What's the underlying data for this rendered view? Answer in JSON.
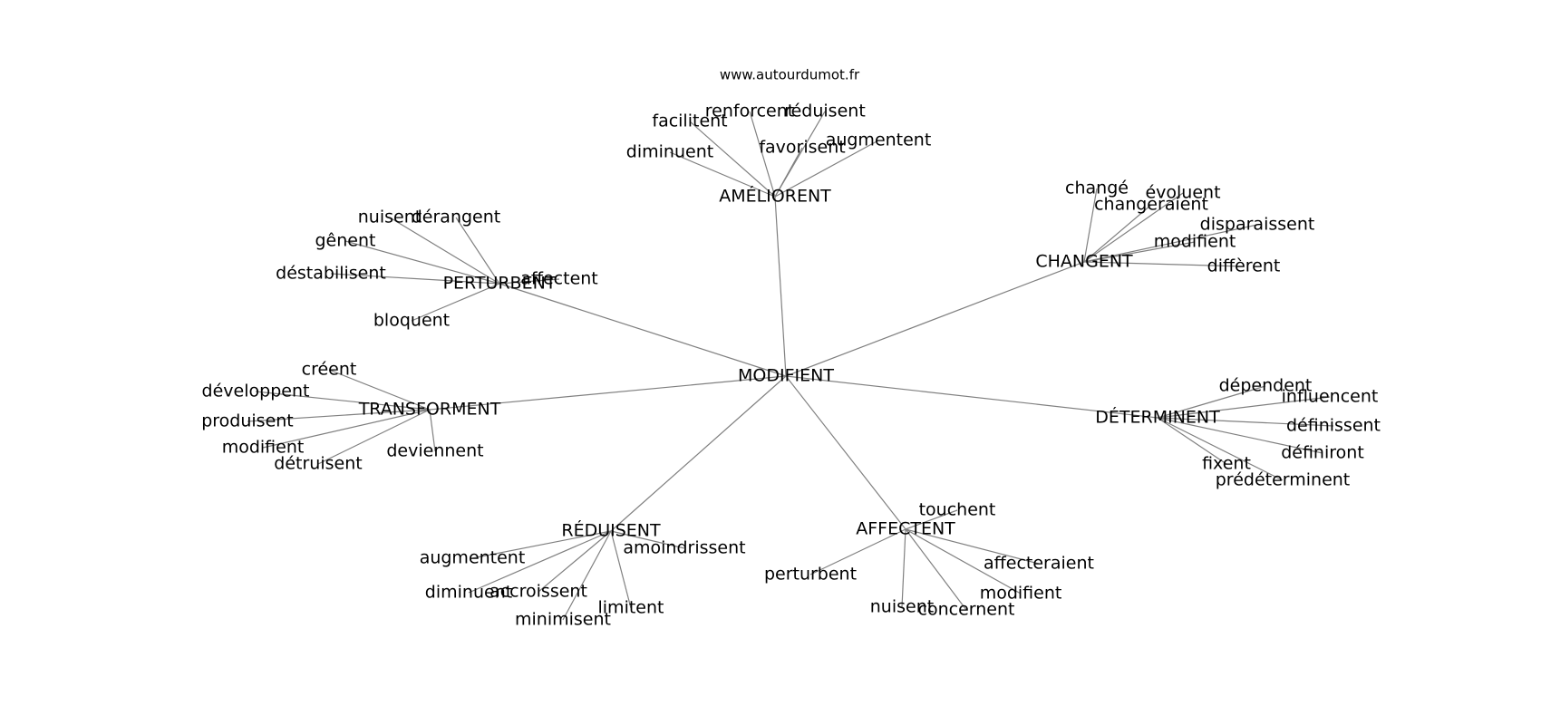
{
  "watermark": "www.autourdumot.fr",
  "graph": {
    "center": "MODIFIENT",
    "groups": [
      {
        "hub": "AMÉLIORENT",
        "leaves": [
          "facilitent",
          "renforcent",
          "réduisent",
          "diminuent",
          "favorisent",
          "augmentent"
        ]
      },
      {
        "hub": "CHANGENT",
        "leaves": [
          "changé",
          "changeraient",
          "évoluent",
          "disparaissent",
          "modifient",
          "diffèrent"
        ]
      },
      {
        "hub": "PERTURBENT",
        "leaves": [
          "nuisent",
          "dérangent",
          "gênent",
          "déstabilisent",
          "affectent",
          "bloquent"
        ]
      },
      {
        "hub": "TRANSFORMENT",
        "leaves": [
          "créent",
          "développent",
          "produisent",
          "modifient",
          "détruisent",
          "deviennent"
        ]
      },
      {
        "hub": "DÉTERMINENT",
        "leaves": [
          "dépendent",
          "influencent",
          "définissent",
          "définiront",
          "fixent",
          "prédéterminent"
        ]
      },
      {
        "hub": "RÉDUISENT",
        "leaves": [
          "amoindrissent",
          "augmentent",
          "diminuent",
          "accroissent",
          "minimisent",
          "limitent"
        ]
      },
      {
        "hub": "AFFECTENT",
        "leaves": [
          "touchent",
          "perturbent",
          "affecteraient",
          "modifient",
          "nuisent",
          "concernent"
        ]
      }
    ]
  }
}
